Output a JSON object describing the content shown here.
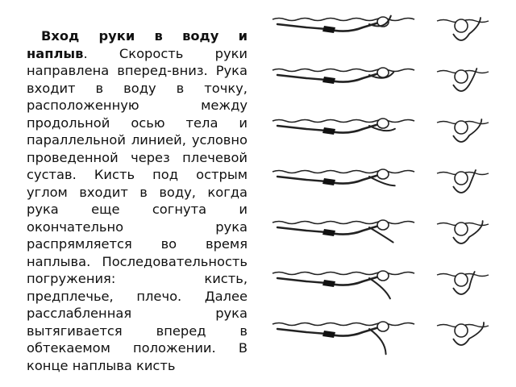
{
  "document": {
    "heading_bold": "Вход руки в воду и наплыв",
    "body": ". Скорость руки направлена вперед-вниз. Рука входит в воду в точку, расположенную между продольной осью тела и параллельной линией, условно проведенной через плечевой сустав. Кисть под острым углом входит в воду, когда рука еще согнута и окончательно рука распрямляется во время наплыва. Последовательность погружения: кисть, предплечье, плечо. Далее расслабленная рука вытягивается вперед в обтекаемом положении. В конце наплыва кисть"
  },
  "figures": {
    "side_view_frames": 7,
    "front_view_frames": 7
  }
}
